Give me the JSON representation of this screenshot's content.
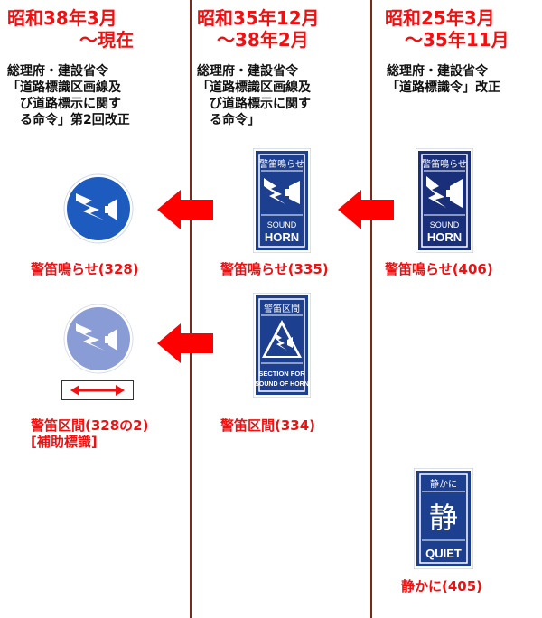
{
  "columns": [
    {
      "era_line1": "昭和38年3月",
      "era_line2": "〜現在",
      "law_lines": [
        "総理府・建設省令",
        "「道路標識区画線及",
        "　び道路標示に関す",
        "　る命令」第2回改正"
      ]
    },
    {
      "era_line1": "昭和35年12月",
      "era_line2": "〜38年2月",
      "law_lines": [
        "総理府・建設省令",
        "「道路標識区画線及",
        "　び道路標示に関す",
        "　る命令」"
      ]
    },
    {
      "era_line1": "昭和25年3月",
      "era_line2": "〜35年11月",
      "law_lines": [
        "総理府・建設省令",
        "「道路標識令」改正"
      ]
    }
  ],
  "signs": {
    "horn_328": {
      "caption": "警笛鳴らせ(328)"
    },
    "horn_335": {
      "caption": "警笛鳴らせ(335)",
      "title": "警笛鳴らせ",
      "en1": "SOUND",
      "en2": "HORN"
    },
    "horn_406": {
      "caption": "警笛鳴らせ(406)",
      "title": "警笛鳴らせ",
      "en1": "SOUND",
      "en2": "HORN"
    },
    "zone_328_2": {
      "caption1": "警笛区間(328の2)",
      "caption2": "[補助標識]"
    },
    "zone_334": {
      "caption": "警笛区間(334)",
      "title": "警笛区間",
      "en1": "SECTION FOR",
      "en2": "SOUND OF HORN"
    },
    "quiet_405": {
      "caption": "静かに(405)",
      "title": "静かに",
      "kanji": "静",
      "en": "QUIET"
    }
  },
  "colors": {
    "era_text": "#ee1111",
    "caption_text": "#ee1111",
    "divider": "#7a2a1a",
    "arrow": "#ff0000",
    "sign_blue": "#1d3f8f",
    "faded_blue": "#8a9cd6"
  }
}
